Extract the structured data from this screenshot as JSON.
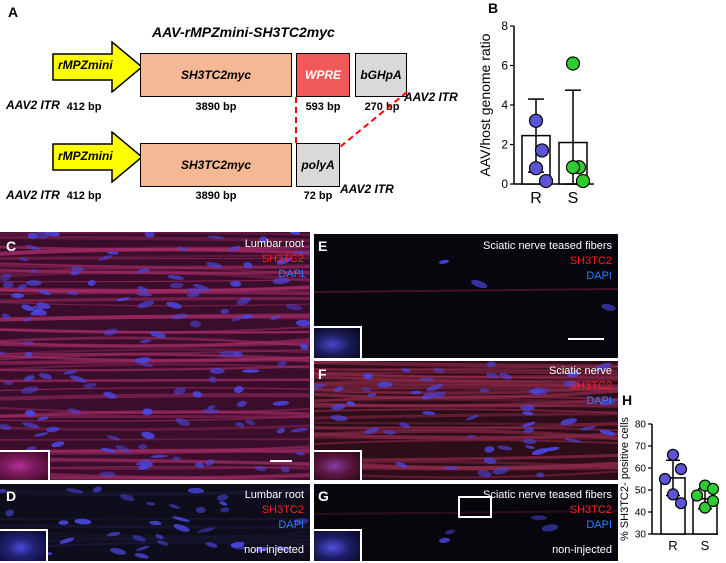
{
  "panels": {
    "A": "A",
    "B": "B",
    "C": "C",
    "D": "D",
    "E": "E",
    "F": "F",
    "G": "G",
    "H": "H"
  },
  "construct": {
    "title": "AAV-rMPZmini-SH3TC2myc",
    "itr": "AAV2 ITR",
    "top": [
      {
        "label": "rMPZmini",
        "bp": "412 bp"
      },
      {
        "label": "SH3TC2myc",
        "bp": "3890 bp"
      },
      {
        "label": "WPRE",
        "bp": "593 bp"
      },
      {
        "label": "bGHpA",
        "bp": "270 bp"
      }
    ],
    "bottom": [
      {
        "label": "rMPZmini",
        "bp": "412 bp"
      },
      {
        "label": "SH3TC2myc",
        "bp": "3890 bp"
      },
      {
        "label": "polyA",
        "bp": "72 bp"
      }
    ],
    "colors": {
      "promoter": "#ffff00",
      "gene": "#f5b895",
      "wpre": "#f0585a",
      "pa": "#d9d9d9",
      "dash": "#ff0000"
    }
  },
  "chart_data": [
    {
      "type": "bar",
      "panel": "B",
      "ylabel": "AAV/host genome ratio",
      "categories": [
        "R",
        "S"
      ],
      "values": [
        2.45,
        2.1
      ],
      "errors": [
        1.85,
        2.65
      ],
      "ylim": [
        0,
        8
      ],
      "yticks": [
        0,
        2,
        4,
        6,
        8
      ],
      "points": [
        [
          3.2,
          1.7,
          0.8,
          0.15
        ],
        [
          6.1,
          0.85,
          0.85,
          0.15
        ]
      ],
      "point_colors": [
        "#5b55d6",
        "#2ecc2e"
      ]
    },
    {
      "type": "bar",
      "panel": "H",
      "ylabel": "% SH3TC2- positive cells",
      "categories": [
        "R",
        "S"
      ],
      "values": [
        55.5,
        46
      ],
      "errors": [
        8,
        4.5
      ],
      "ylim": [
        30,
        80
      ],
      "yticks": [
        30,
        40,
        50,
        60,
        70,
        80
      ],
      "points": [
        [
          66,
          59.5,
          55,
          48,
          44
        ],
        [
          52,
          50.5,
          47.5,
          42,
          45
        ]
      ],
      "point_colors": [
        "#5b55d6",
        "#2ecc2e"
      ]
    }
  ],
  "micro": {
    "C": {
      "lines": [
        "Lumbar root",
        "SH3TC2",
        "DAPI"
      ]
    },
    "D": {
      "lines": [
        "Lumbar root",
        "SH3TC2",
        "DAPI"
      ],
      "footer": "non-injected"
    },
    "E": {
      "lines": [
        "Sciatic nerve teased fibers",
        "SH3TC2",
        "DAPI"
      ]
    },
    "F": {
      "lines": [
        "Sciatic nerve",
        "SH3TC2",
        "DAPI"
      ]
    },
    "G": {
      "lines": [
        "Sciatic nerve teased fibers",
        "SH3TC2",
        "DAPI"
      ],
      "footer": "non-injected"
    }
  },
  "label_colors": {
    "title": "#ffffff",
    "stain": "#ff2020",
    "dapi": "#2f7fff"
  }
}
